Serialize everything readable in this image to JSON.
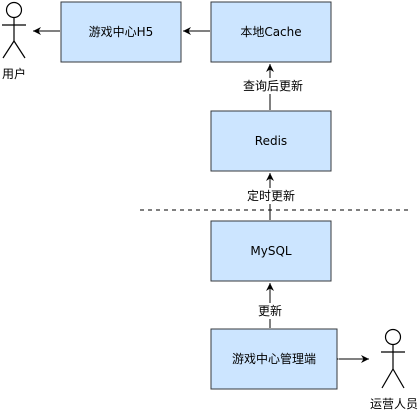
{
  "nodes": {
    "game_h5": {
      "label": "游戏中心H5"
    },
    "local_cache": {
      "label": "本地Cache"
    },
    "redis": {
      "label": "Redis"
    },
    "mysql": {
      "label": "MySQL"
    },
    "admin": {
      "label": "游戏中心管理端"
    }
  },
  "actors": {
    "user": {
      "label": "用户"
    },
    "operator": {
      "label": "运营人员"
    }
  },
  "edges": {
    "cache_from_redis": {
      "label": "查询后更新"
    },
    "redis_from_mysql": {
      "label": "定时更新"
    },
    "mysql_from_admin": {
      "label": "更新"
    }
  },
  "colors": {
    "box_fill": "#cce5ff",
    "box_stroke": "#36393d",
    "line": "#000000"
  }
}
